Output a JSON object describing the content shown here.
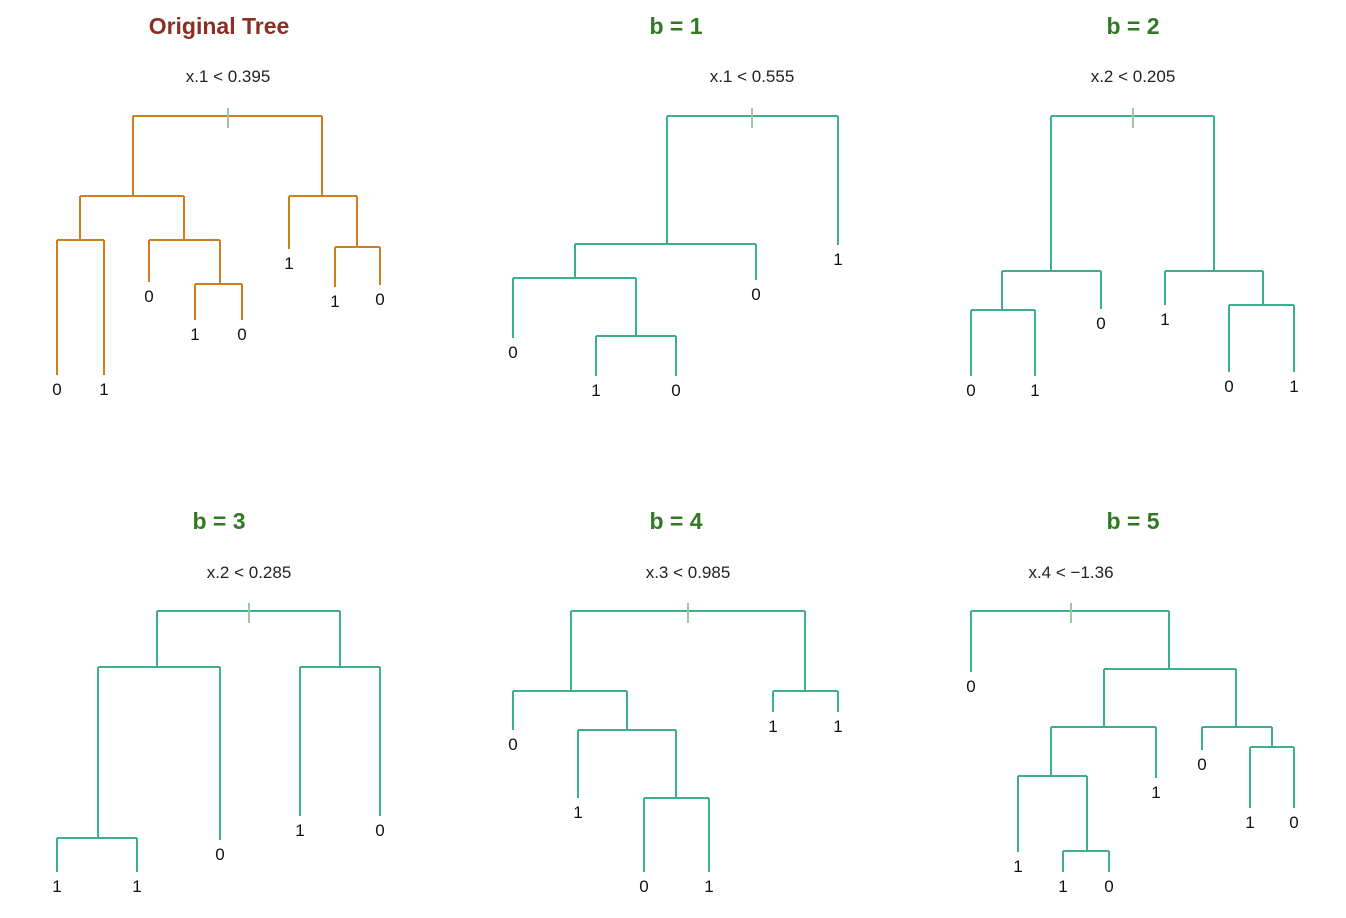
{
  "colors": {
    "original": "#D07F1E",
    "bagged": "#3DAE8E",
    "original_title": "#8B2F24",
    "bagged_title": "#2F7A22",
    "text": "#222222"
  },
  "panels": [
    {
      "title": "Original Tree",
      "split": "x.1 < 0.395",
      "style": "original",
      "tree": [
        "node",
        [
          "node",
          [
            "node",
            "0",
            "1"
          ],
          [
            "node",
            "0",
            [
              "node",
              "1",
              "0"
            ]
          ]
        ],
        [
          "node",
          "1",
          [
            "node",
            "1",
            "0"
          ]
        ]
      ]
    },
    {
      "title": "b = 1",
      "split": "x.1 < 0.555",
      "style": "bagged",
      "tree": [
        "node",
        [
          "node",
          [
            "node",
            "0",
            [
              "node",
              "1",
              "0"
            ]
          ],
          "0"
        ],
        "1"
      ]
    },
    {
      "title": "b = 2",
      "split": "x.2 < 0.205",
      "style": "bagged",
      "tree": [
        "node",
        [
          "node",
          [
            "node",
            "0",
            "1"
          ],
          "0"
        ],
        [
          "node",
          "1",
          [
            "node",
            "0",
            "1"
          ]
        ]
      ]
    },
    {
      "title": "b = 3",
      "split": "x.2 < 0.285",
      "style": "bagged",
      "tree": [
        "node",
        [
          "node",
          [
            "node",
            "1",
            "1"
          ],
          "0"
        ],
        [
          "node",
          "1",
          "0"
        ]
      ]
    },
    {
      "title": "b = 4",
      "split": "x.3 < 0.985",
      "style": "bagged",
      "tree": [
        "node",
        [
          "node",
          "0",
          [
            "node",
            "1",
            [
              "node",
              "0",
              "1"
            ]
          ]
        ],
        [
          "node",
          "1",
          "1"
        ]
      ]
    },
    {
      "title": "b = 5",
      "split": "x.4 < −1.36",
      "style": "bagged",
      "tree": [
        "node",
        "0",
        [
          "node",
          [
            "node",
            [
              "node",
              "1",
              [
                "node",
                "1",
                "0"
              ]
            ],
            "1"
          ],
          [
            "node",
            "0",
            [
              "node",
              "1",
              "0"
            ]
          ]
        ]
      ]
    }
  ]
}
